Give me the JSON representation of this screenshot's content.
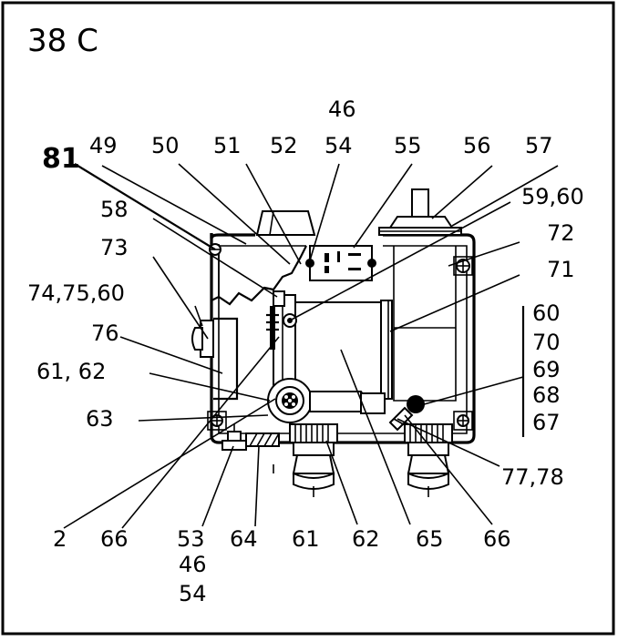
{
  "figure": {
    "title": "38 C",
    "labels": {
      "top_46": "46",
      "l49": "49",
      "l50": "50",
      "l51": "51",
      "l52": "52",
      "l54_top": "54",
      "l55": "55",
      "l56": "56",
      "l57": "57",
      "l81": "81",
      "l58": "58",
      "l73": "73",
      "l74_75_60": "74,75,60",
      "l76": "76",
      "l61_62": "61, 62",
      "l63": "63",
      "l59_60": "59,60",
      "l72": "72",
      "l71": "71",
      "l60": "60",
      "l70": "70",
      "l69": "69",
      "l68": "68",
      "l67": "67",
      "l77_78": "77,78",
      "l2": "2",
      "l66a": "66",
      "l53": "53",
      "l64": "64",
      "l61": "61",
      "l62": "62",
      "l65": "65",
      "l66b": "66",
      "bottom_46": "46",
      "bottom_54": "54"
    }
  },
  "colors": {
    "ink": "#000000",
    "paper": "#ffffff"
  }
}
